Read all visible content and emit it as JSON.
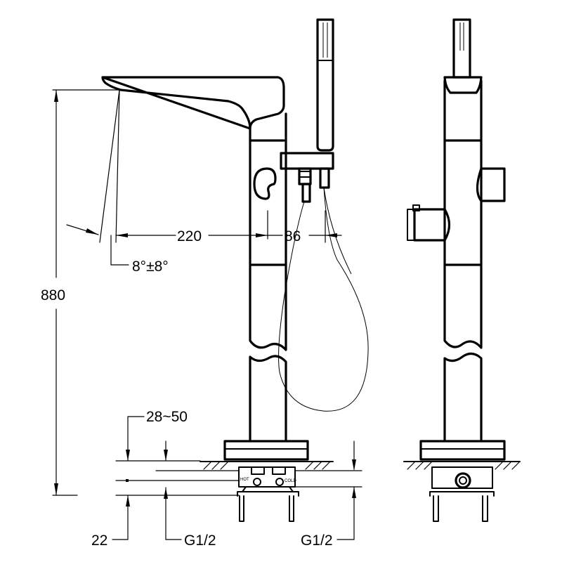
{
  "dimensions": {
    "height_total": "880",
    "spout_reach": "220",
    "handshower_offset": "86",
    "tilt_angle": "8°±8°",
    "floor_thickness": "28~50",
    "base_offset": "22",
    "inlet_left": "G1/2",
    "inlet_right": "G1/2"
  },
  "valve_labels": {
    "hot": "HOT",
    "cold": "COLD"
  }
}
